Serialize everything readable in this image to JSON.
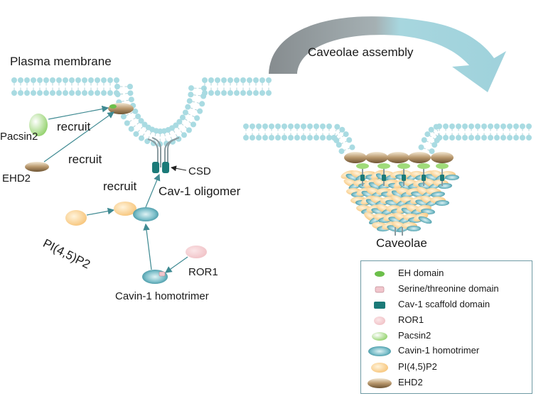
{
  "labels": {
    "plasma_membrane": "Plasma membrane",
    "caveolae_assembly": "Caveolae assembly",
    "recruit_pacsin": "recruit",
    "recruit_ehd": "recruit",
    "recruit_cav": "recruit",
    "pacsin2": "Pacsin2",
    "ehd2": "EHD2",
    "csd": "CSD",
    "cav1_oligomer": "Cav-1 oligomer",
    "pip2": "PI(4,5)P2",
    "ror1": "ROR1",
    "cavin1_homotrimer": "Cavin-1 homotrimer",
    "caveolae": "Caveolae"
  },
  "legend": {
    "items": [
      {
        "icon": "eh-domain-icon",
        "label": "EH domain"
      },
      {
        "icon": "serine-threonine-domain-icon",
        "label": "Serine/threonine domain"
      },
      {
        "icon": "cav1-scaffold-domain-icon",
        "label": "Cav-1 scaffold domain"
      },
      {
        "icon": "ror1-icon",
        "label": "ROR1"
      },
      {
        "icon": "pacsin2-icon",
        "label": "Pacsin2"
      },
      {
        "icon": "cavin1-homotrimer-icon",
        "label": "Cavin-1 homotrimer"
      },
      {
        "icon": "pip2-icon",
        "label": "PI(4,5)P2"
      },
      {
        "icon": "ehd2-icon",
        "label": "EHD2"
      }
    ]
  },
  "colors": {
    "lipid_head": "#a9dbe2",
    "lipid_tail": "#9fc8cf",
    "arrow_teal": "#3f8a92",
    "assembly_arrow_dark": "#8d9396",
    "assembly_arrow_light": "#a6d6df",
    "eh_domain": "#6cbf4a",
    "serine_domain": "#f1c6cd",
    "cav1_scaffold": "#1b7a78",
    "ror1": "#f3c9cc",
    "pacsin2": "#8fd46a",
    "cavin1": "#4fa2b0",
    "pip2": "#f8c87a",
    "ehd2": "#b89a72"
  }
}
